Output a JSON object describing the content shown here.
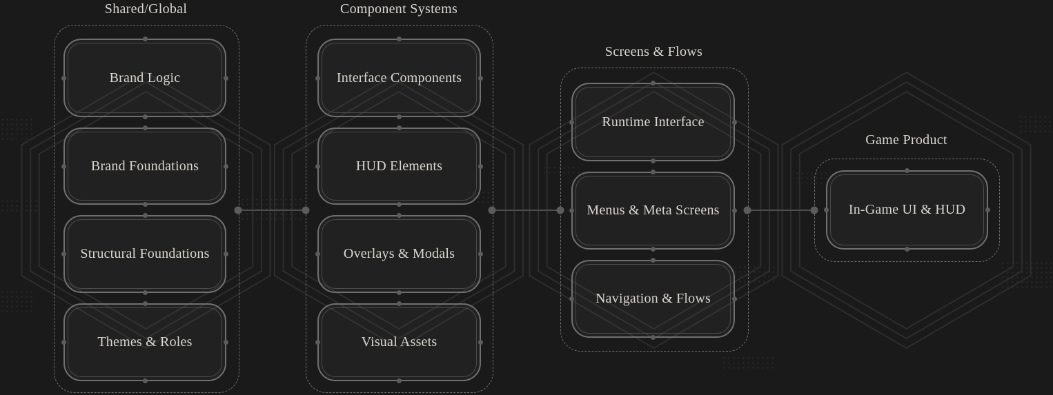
{
  "palette": {
    "background": "#1a1a1a",
    "text": "#dad6d0",
    "group_border": "#6f6f6f",
    "card_border_outer": "#707070",
    "card_border_inner": "#4b4b4b",
    "connector_line": "#4e4e4e",
    "connector_dot": "#5c5c5c",
    "hexagon_decoration": "#2d2d2d"
  },
  "groups": [
    {
      "label": "Shared/Global",
      "items": [
        "Brand Logic",
        "Brand Foundations",
        "Structural Foundations",
        "Themes & Roles"
      ]
    },
    {
      "label": "Component Systems",
      "items": [
        "Interface Components",
        "HUD Elements",
        "Overlays & Modals",
        "Visual Assets"
      ]
    },
    {
      "label": "Screens & Flows",
      "items": [
        "Runtime Interface",
        "Menus & Meta Screens",
        "Navigation & Flows"
      ]
    },
    {
      "label": "Game Product",
      "items": [
        "In-Game UI & HUD"
      ]
    }
  ],
  "connections": [
    {
      "from": "Shared/Global",
      "to": "Component Systems"
    },
    {
      "from": "Component Systems",
      "to": "Screens & Flows"
    },
    {
      "from": "Screens & Flows",
      "to": "Game Product"
    }
  ]
}
